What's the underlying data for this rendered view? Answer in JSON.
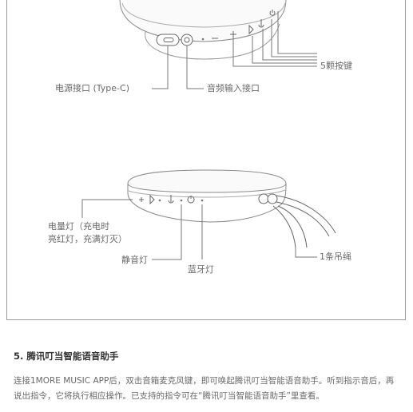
{
  "labels": {
    "buttons5": "5颗按键",
    "power_port": "电源接口 (Type-C)",
    "audio_port": "音频输入接口",
    "battery_led_line1": "电量灯（充电时",
    "battery_led_line2": "亮红灯，充满灯灭）",
    "mute_led": "静音灯",
    "bt_led": "蓝牙灯",
    "lanyard": "1条吊绳"
  },
  "section": {
    "title": "5. 腾讯叮当智能语音助手",
    "body": "连接1MORE MUSIC APP后，双击音箱麦克风键，即可唤起腾讯叮当智能语音助手。听到指示音后，再说出指令，它将执行相应操作。已支持的指令可在“腾讯叮当智能语音助手”里查看。"
  }
}
